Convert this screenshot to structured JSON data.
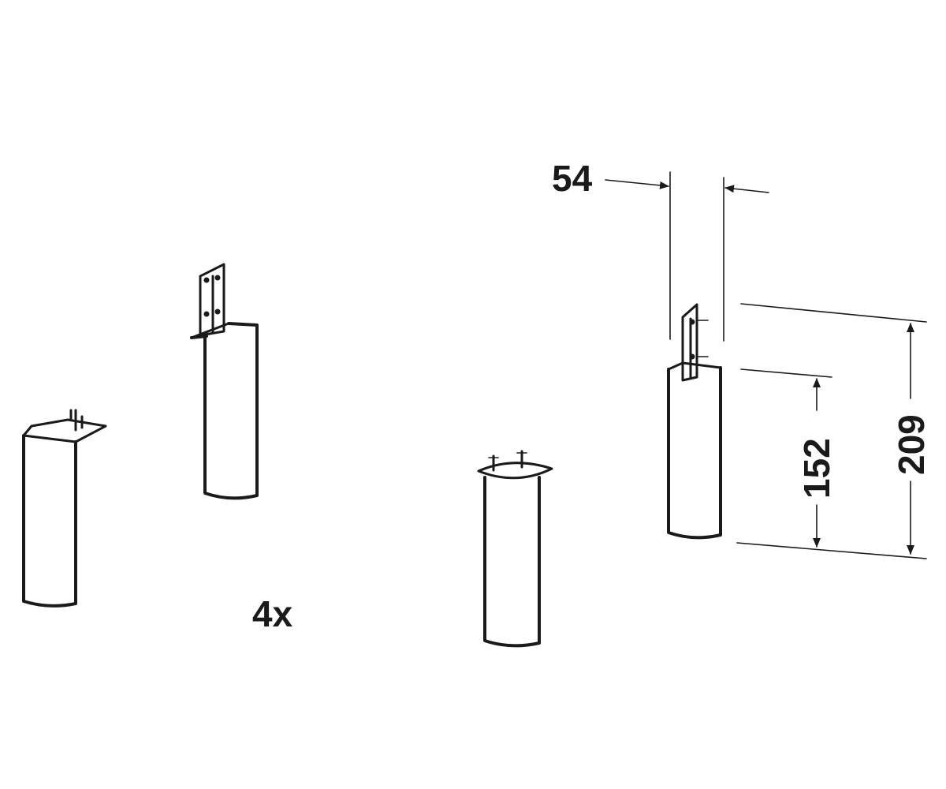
{
  "dimensions": {
    "width": "54",
    "height_total": "209",
    "height_leg": "152"
  },
  "quantity_label": "4x",
  "colors": {
    "line": "#1a1a1a",
    "background": "#ffffff"
  }
}
